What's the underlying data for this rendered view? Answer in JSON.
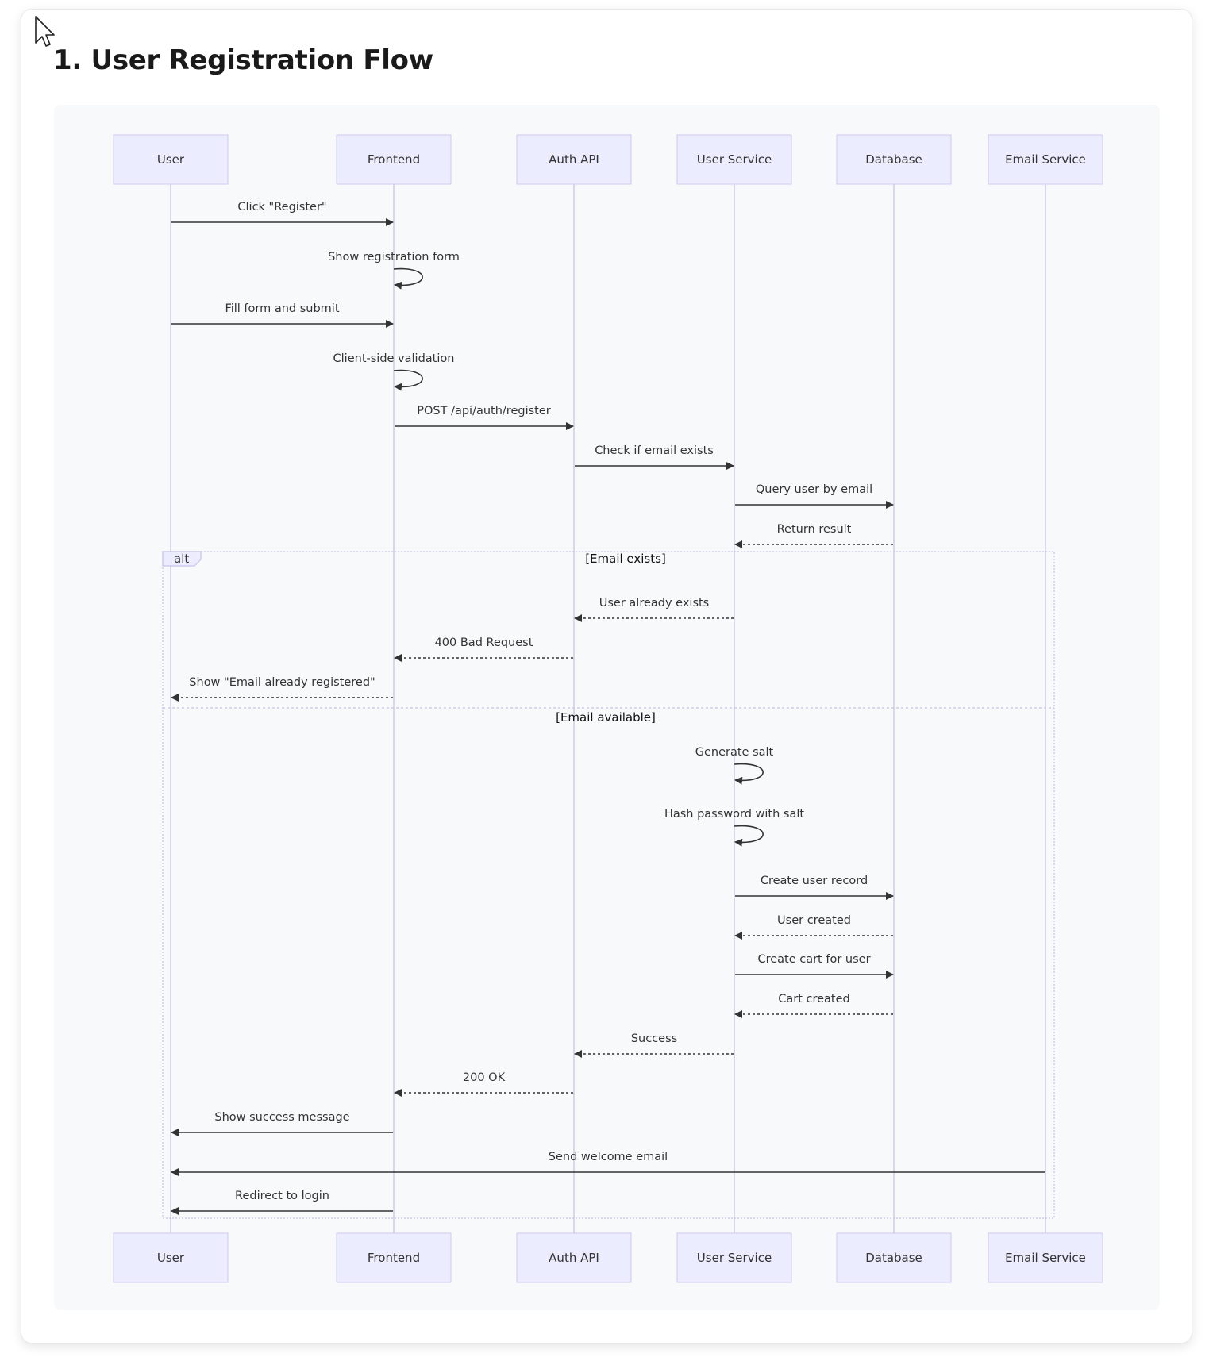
{
  "page": {
    "title": "1. User Registration Flow"
  },
  "diagram": {
    "participants": [
      "User",
      "Frontend",
      "Auth API",
      "User Service",
      "Database",
      "Email Service"
    ],
    "messages": [
      {
        "from": 0,
        "to": 1,
        "label": "Click \"Register\"",
        "style": "solid"
      },
      {
        "from": 1,
        "to": 1,
        "label": "Show registration form",
        "style": "solid"
      },
      {
        "from": 0,
        "to": 1,
        "label": "Fill form and submit",
        "style": "solid"
      },
      {
        "from": 1,
        "to": 1,
        "label": "Client-side validation",
        "style": "solid"
      },
      {
        "from": 1,
        "to": 2,
        "label": "POST /api/auth/register",
        "style": "solid"
      },
      {
        "from": 2,
        "to": 3,
        "label": "Check if email exists",
        "style": "solid"
      },
      {
        "from": 3,
        "to": 4,
        "label": "Query user by email",
        "style": "solid"
      },
      {
        "from": 4,
        "to": 3,
        "label": "Return result",
        "style": "dashed"
      },
      {
        "from": 3,
        "to": 2,
        "label": "User already exists",
        "style": "dashed"
      },
      {
        "from": 2,
        "to": 1,
        "label": "400 Bad Request",
        "style": "dashed"
      },
      {
        "from": 1,
        "to": 0,
        "label": "Show \"Email already registered\"",
        "style": "dashed"
      },
      {
        "from": 3,
        "to": 3,
        "label": "Generate salt",
        "style": "solid"
      },
      {
        "from": 3,
        "to": 3,
        "label": "Hash password with salt",
        "style": "solid"
      },
      {
        "from": 3,
        "to": 4,
        "label": "Create user record",
        "style": "solid"
      },
      {
        "from": 4,
        "to": 3,
        "label": "User created",
        "style": "dashed"
      },
      {
        "from": 3,
        "to": 4,
        "label": "Create cart for user",
        "style": "solid"
      },
      {
        "from": 4,
        "to": 3,
        "label": "Cart created",
        "style": "dashed"
      },
      {
        "from": 3,
        "to": 2,
        "label": "Success",
        "style": "dashed"
      },
      {
        "from": 2,
        "to": 1,
        "label": "200 OK",
        "style": "dashed"
      },
      {
        "from": 1,
        "to": 0,
        "label": "Show success message",
        "style": "solid"
      },
      {
        "from": 5,
        "to": 0,
        "label": "Send welcome email",
        "style": "solid"
      },
      {
        "from": 1,
        "to": 0,
        "label": "Redirect to login",
        "style": "solid"
      }
    ],
    "alt_block": {
      "keyword": "alt",
      "first_condition": "[Email exists]",
      "second_condition": "[Email available]"
    },
    "colors": {
      "actor_fill": "#ececff",
      "actor_border": "#cfc8ef",
      "lifeline": "#d6cdea",
      "arrow": "#333333",
      "frame": "#c9c2ea",
      "text": "#333333"
    }
  }
}
